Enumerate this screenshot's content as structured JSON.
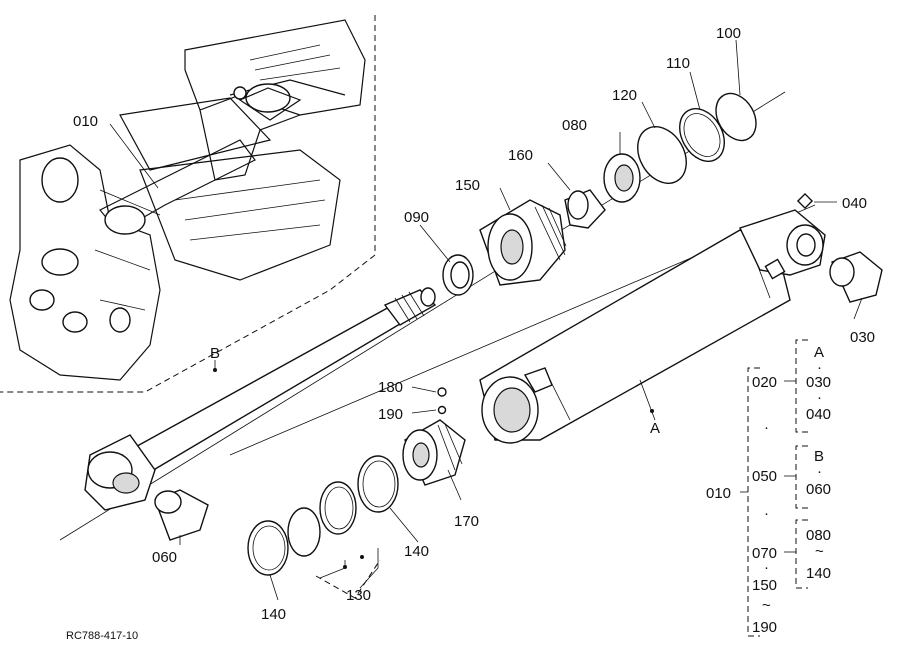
{
  "diagram_code": "RC788-417-10",
  "part_labels": {
    "p010": "010",
    "p030": "030",
    "p040": "040",
    "p060": "060",
    "p080": "080",
    "p090": "090",
    "p100": "100",
    "p110": "110",
    "p120": "120",
    "p130": "130",
    "p140a": "140",
    "p140b": "140",
    "p150": "150",
    "p160": "160",
    "p170": "170",
    "p180": "180",
    "p190": "190"
  },
  "assembly_markers": {
    "A": "A",
    "B": "B"
  },
  "legend": {
    "root": "010",
    "col1": [
      "020",
      "050",
      "070",
      "150",
      "190"
    ],
    "col1_seps": [
      "·",
      "·",
      "·",
      "~"
    ],
    "groups": [
      {
        "items": [
          "A",
          "030",
          "040"
        ],
        "seps": [
          "·",
          "·"
        ]
      },
      {
        "items": [
          "B",
          "060"
        ],
        "seps": [
          "·"
        ]
      },
      {
        "items": [
          "080",
          "140"
        ],
        "seps": [
          "~"
        ]
      }
    ]
  }
}
